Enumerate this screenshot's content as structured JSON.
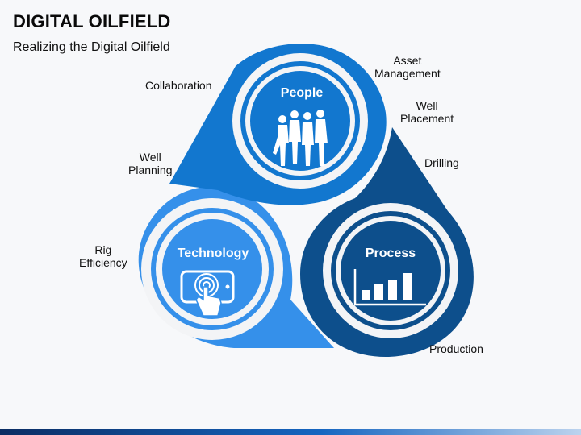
{
  "header": {
    "title": "DIGITAL OILFIELD",
    "subtitle": "Realizing the Digital Oilfield"
  },
  "hubs": {
    "people": "People",
    "technology": "Technology",
    "process": "Process"
  },
  "labels": {
    "collaboration": "Collaboration",
    "asset_management": [
      "Asset",
      "Management"
    ],
    "well_placement": [
      "Well",
      "Placement"
    ],
    "drilling": "Drilling",
    "well_planning": [
      "Well",
      "Planning"
    ],
    "rig_efficiency": [
      "Rig",
      "Efficiency"
    ],
    "production": "Production"
  },
  "colors": {
    "people": "#1277cf",
    "technology": "#3590ea",
    "process": "#0d4f8c",
    "ring_gap": "#f3f4f6"
  }
}
